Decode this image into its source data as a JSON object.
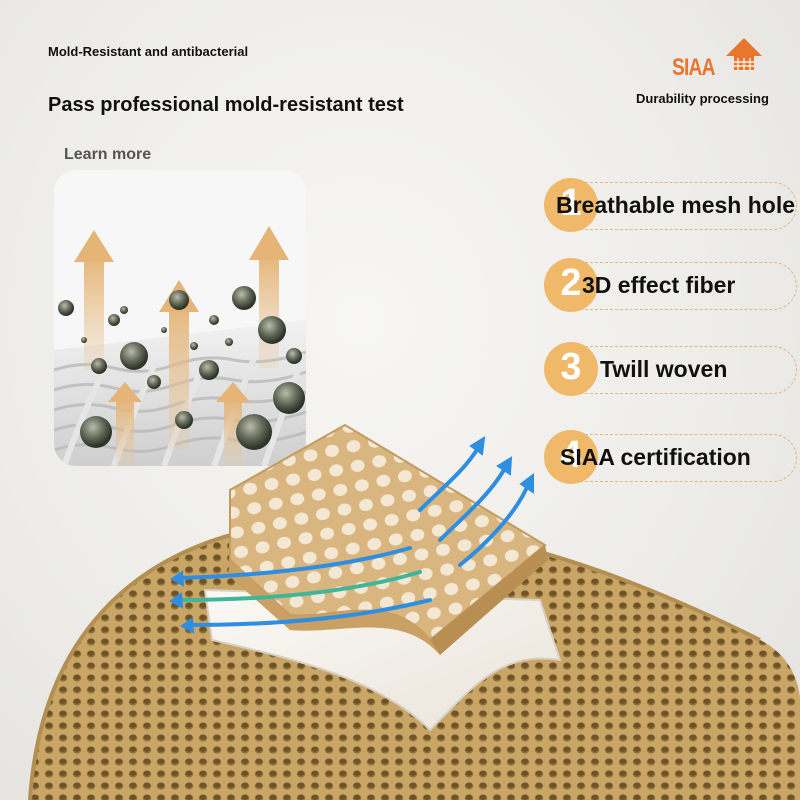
{
  "header": {
    "subtitle": "Mold-Resistant and antibacterial",
    "headline": "Pass professional mold-resistant test",
    "learn_more": "Learn more"
  },
  "badge": {
    "logo_text": "SIAA",
    "caption": "Durability processing",
    "logo_color": "#e8762d"
  },
  "features": [
    {
      "number": "1",
      "label": "Breathable mesh hole"
    },
    {
      "number": "2",
      "label": "3D effect fiber"
    },
    {
      "number": "3",
      "label": "Twill woven"
    },
    {
      "number": "4",
      "label": "SIAA certification"
    }
  ],
  "colors": {
    "accent": "#f0b96a",
    "insole": "#c9a566",
    "airflow_blue": "#2f8ee0",
    "airflow_green": "#3fb59a"
  },
  "icons": [
    "siaa-logo-icon",
    "upward-arrow-icon",
    "airflow-arrow-icon"
  ]
}
